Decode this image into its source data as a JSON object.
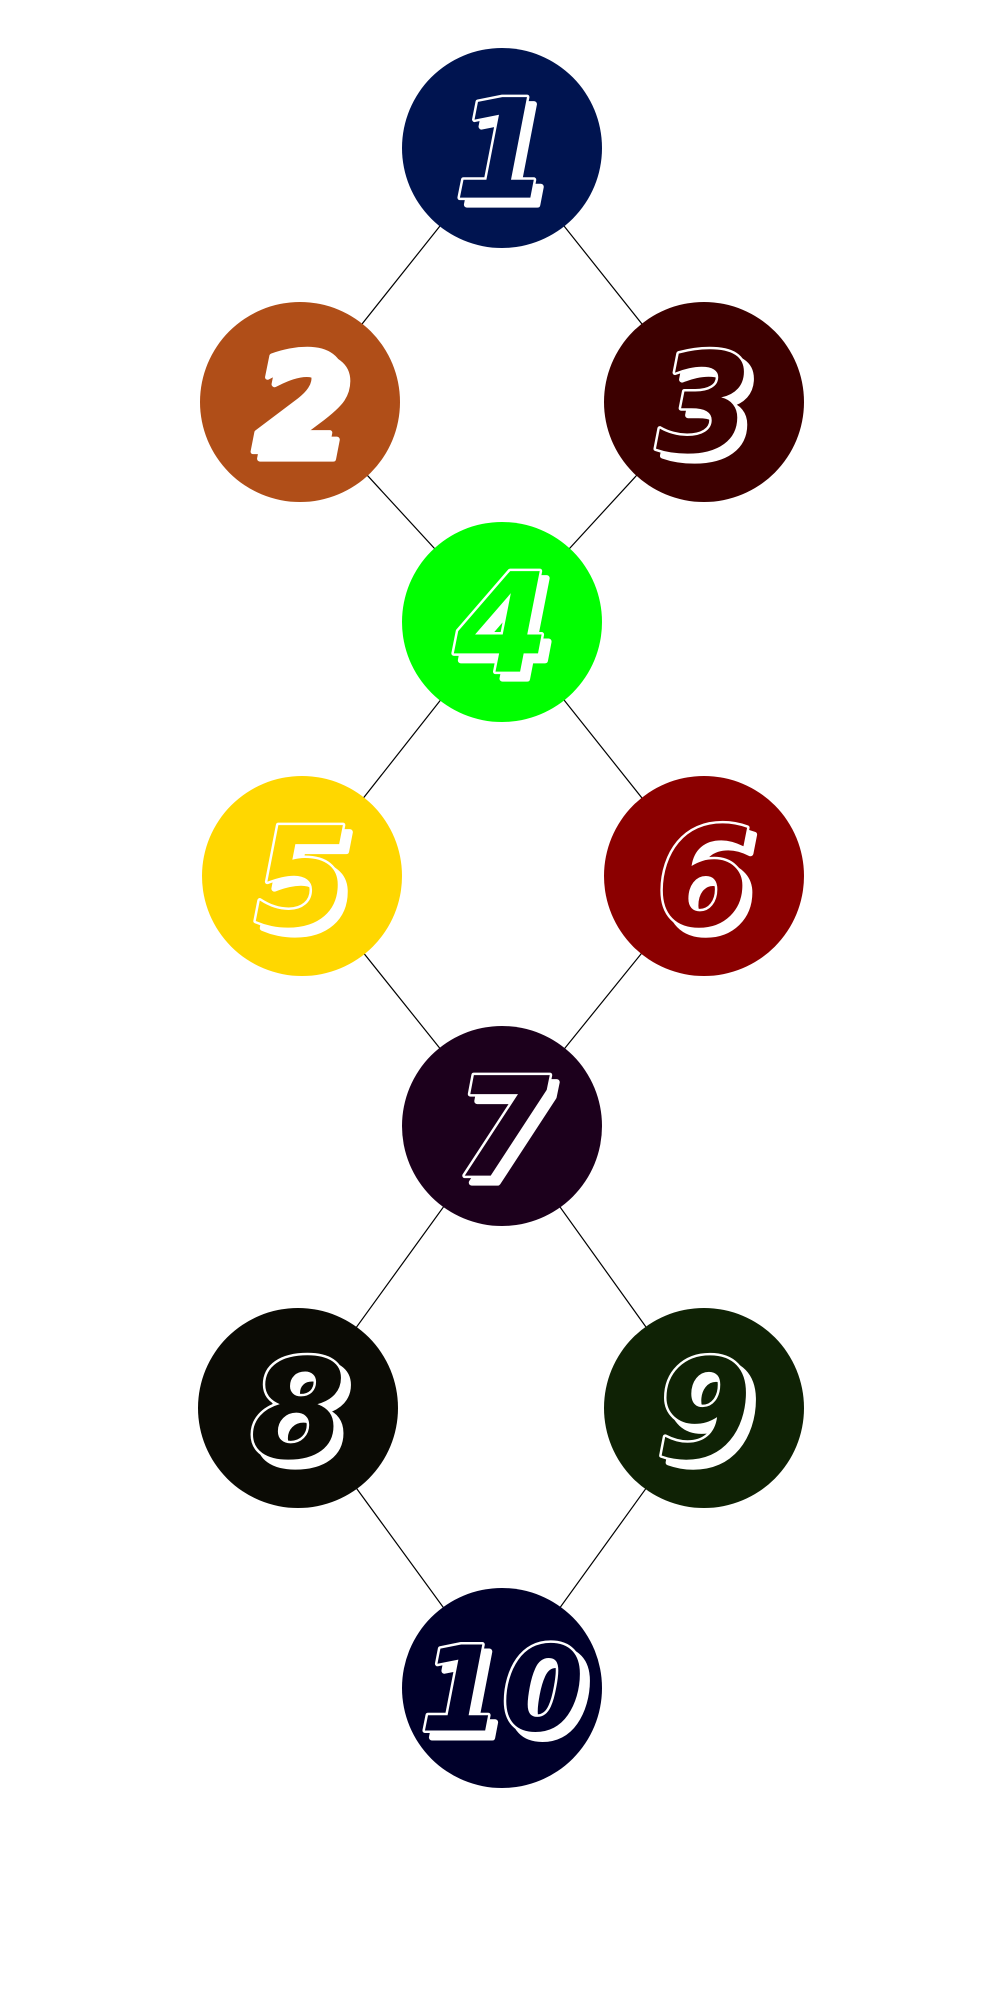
{
  "diagram": {
    "type": "graph",
    "nodes": [
      {
        "id": "n1",
        "label": "1",
        "color": "#001450",
        "text_color": "#001450"
      },
      {
        "id": "n2",
        "label": "2",
        "color": "#B04E18",
        "text_color": "#ffffff"
      },
      {
        "id": "n3",
        "label": "3",
        "color": "#3C0000",
        "text_color": "#3C0000"
      },
      {
        "id": "n4",
        "label": "4",
        "color": "#00FF00",
        "text_color": "#00FF00"
      },
      {
        "id": "n5",
        "label": "5",
        "color": "#FFD700",
        "text_color": "#FFD700"
      },
      {
        "id": "n6",
        "label": "6",
        "color": "#8B0000",
        "text_color": "#8B0000"
      },
      {
        "id": "n7",
        "label": "7",
        "color": "#1C001C",
        "text_color": "#1C001C"
      },
      {
        "id": "n8",
        "label": "8",
        "color": "#0B0B05",
        "text_color": "#0B0B05"
      },
      {
        "id": "n9",
        "label": "9",
        "color": "#0F2205",
        "text_color": "#0F2205"
      },
      {
        "id": "n10",
        "label": "10",
        "color": "#00002A",
        "text_color": "#00002A"
      }
    ],
    "edges": [
      {
        "from": "n1",
        "to": "n2"
      },
      {
        "from": "n1",
        "to": "n3"
      },
      {
        "from": "n2",
        "to": "n4"
      },
      {
        "from": "n3",
        "to": "n4"
      },
      {
        "from": "n4",
        "to": "n5"
      },
      {
        "from": "n4",
        "to": "n6"
      },
      {
        "from": "n5",
        "to": "n7"
      },
      {
        "from": "n6",
        "to": "n7"
      },
      {
        "from": "n7",
        "to": "n8"
      },
      {
        "from": "n7",
        "to": "n9"
      },
      {
        "from": "n8",
        "to": "n10"
      },
      {
        "from": "n9",
        "to": "n10"
      }
    ],
    "edge_color": "#000000",
    "outline_color": "#ffffff",
    "shadow_color": "#ffffff"
  }
}
